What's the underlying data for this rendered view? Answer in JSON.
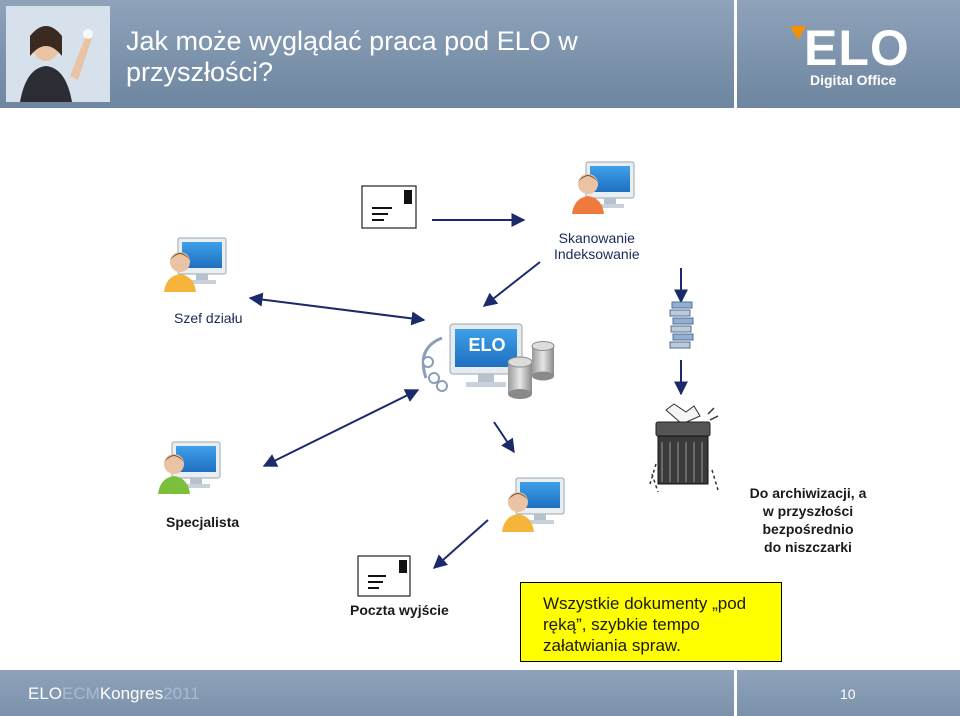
{
  "header": {
    "title_line1": "Jak może wyglądać praca pod ELO w",
    "title_line2": "przyszłości?",
    "logo_main": "ELO",
    "logo_sub": "Digital Office"
  },
  "labels": {
    "scanning": "Skanowanie",
    "indexing": "Indeksowanie",
    "head": "Szef działu",
    "specialist": "Specjalista",
    "outgoing_mail": "Poczta wyjście",
    "archive_line1": "Do archiwizacji, a",
    "archive_line2": "w przyszłości",
    "archive_line3": "bezpośrednio",
    "archive_line4": "do niszczarki",
    "server_logo": "ELO"
  },
  "note": {
    "line1": "Wszystkie dokumenty „pod",
    "line2": "ręką”, szybkie tempo",
    "line3": "załatwiania spraw."
  },
  "footer": {
    "brand_elo": "ELO",
    "brand_ecm": "ECM",
    "brand_kongres": "Kongres",
    "brand_year": "2011",
    "page_number": "10"
  },
  "colors": {
    "header_bg": "#7b91aa",
    "arrow": "#1b2a6b",
    "note_bg": "#ffff00",
    "label_text": "#1a2a5a",
    "user_orange": "#f07a3c",
    "user_yellow": "#f5b53a",
    "user_green": "#7cbf3a"
  },
  "icons": [
    "letter-icon",
    "user-computer-icon",
    "elo-server-icon",
    "document-stack-icon",
    "shredder-icon"
  ]
}
